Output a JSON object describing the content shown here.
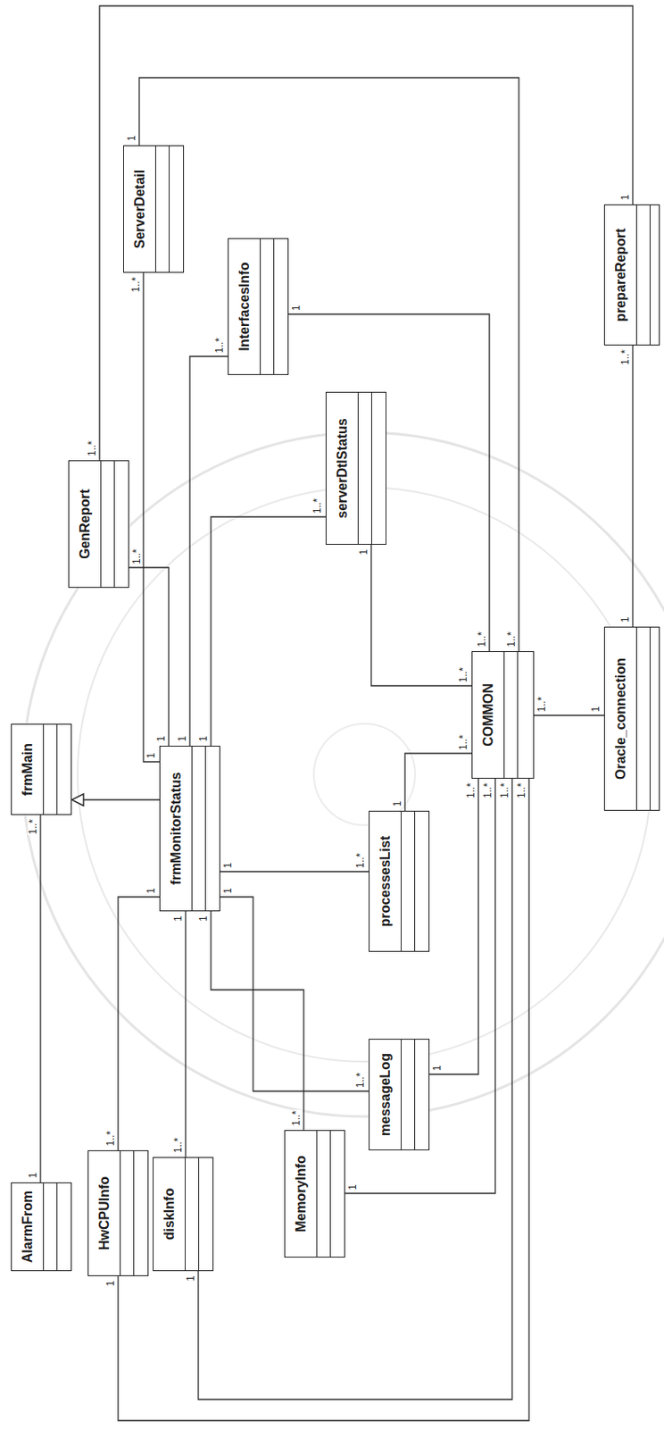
{
  "diagram": {
    "nodes": [
      {
        "text": [
          "AlarmFrom"
        ]
      },
      {
        "text": [
          "frmMain"
        ]
      },
      {
        "text": [
          "GenReport"
        ]
      },
      {
        "text": [
          "ServerDetail"
        ]
      },
      {
        "text": [
          "HwCPUInfo"
        ]
      },
      {
        "text": [
          "diskInfo"
        ]
      },
      {
        "text": [
          "frmMonitorStatus"
        ]
      },
      {
        "text": [
          "InterfacesInfo"
        ]
      },
      {
        "text": [
          "MemoryInfo"
        ]
      },
      {
        "text": [
          "serverDtlStatus"
        ]
      },
      {
        "text": [
          "messageLog"
        ]
      },
      {
        "text": [
          "processesList"
        ]
      },
      {
        "text": [
          "COMMON"
        ]
      },
      {
        "text": [
          "prepareReport"
        ]
      },
      {
        "text": [
          "Oracle_connection"
        ]
      }
    ],
    "edges": [
      {
        "from": 6,
        "to": 1,
        "arrow": "to"
      },
      {
        "from": 0,
        "to": 1,
        "arrow": "none"
      },
      {
        "from": 6,
        "to": 4,
        "arrow": "none"
      },
      {
        "from": 6,
        "to": 5,
        "arrow": "none"
      },
      {
        "from": 6,
        "to": 8,
        "arrow": "none"
      },
      {
        "from": 6,
        "to": 10,
        "arrow": "none"
      },
      {
        "from": 6,
        "to": 11,
        "arrow": "none"
      },
      {
        "from": 6,
        "to": 2,
        "arrow": "none"
      },
      {
        "from": 6,
        "to": 3,
        "arrow": "none"
      },
      {
        "from": 6,
        "to": 7,
        "arrow": "none"
      },
      {
        "from": 6,
        "to": 9,
        "arrow": "none"
      },
      {
        "from": 12,
        "to": 4,
        "arrow": "none"
      },
      {
        "from": 12,
        "to": 5,
        "arrow": "none"
      },
      {
        "from": 12,
        "to": 8,
        "arrow": "none"
      },
      {
        "from": 12,
        "to": 10,
        "arrow": "none"
      },
      {
        "from": 12,
        "to": 11,
        "arrow": "none"
      },
      {
        "from": 12,
        "to": 9,
        "arrow": "none"
      },
      {
        "from": 12,
        "to": 7,
        "arrow": "none"
      },
      {
        "from": 12,
        "to": 3,
        "arrow": "none"
      },
      {
        "from": 12,
        "to": 14,
        "arrow": "none"
      },
      {
        "from": 2,
        "to": 13,
        "arrow": "none"
      },
      {
        "from": 13,
        "to": 14,
        "arrow": "none"
      }
    ],
    "labels": [
      "1",
      "1..*",
      "1",
      "1..*",
      "1",
      "1..*",
      "1",
      "1..*",
      "1",
      "1..*",
      "1",
      "1..*",
      "1",
      "1..*",
      "1",
      "1..*",
      "1",
      "1..*",
      "1",
      "1..*",
      "1..*",
      "1",
      "1..*",
      "1",
      "1..*",
      "1",
      "1..*",
      "1",
      "1..*",
      "1",
      "1..*",
      "1",
      "1..*",
      "1",
      "1..*",
      "1",
      "1..*",
      "1",
      "1..*",
      "1",
      "1..*",
      "1"
    ]
  }
}
